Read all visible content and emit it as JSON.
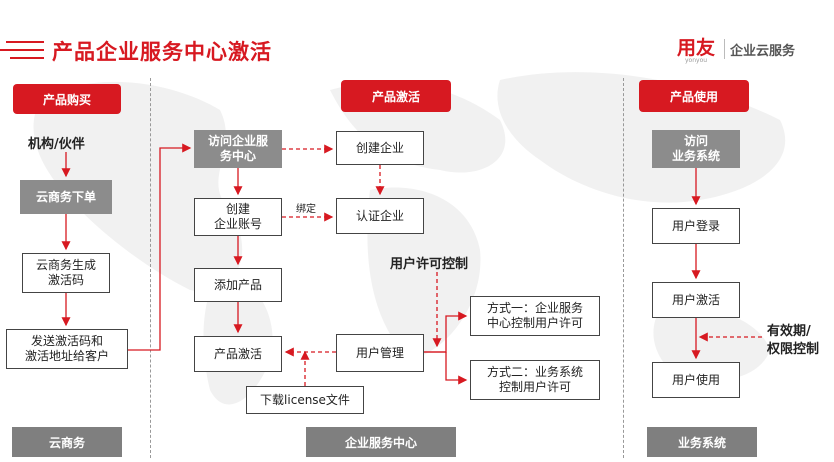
{
  "header": {
    "title": "产品企业服务中心激活",
    "logo_name": "用友",
    "logo_sub": "yonyou",
    "logo_brand": "企业云服务"
  },
  "sections": {
    "purchase": "产品购买",
    "activation": "产品激活",
    "usage": "产品使用"
  },
  "left_flow": {
    "partner": "机构/伙伴",
    "order": "云商务下单",
    "generate_code": "云商务生成\n激活码",
    "send_code": "发送激活码和\n激活地址给客户"
  },
  "middle_flow": {
    "visit_center": "访问企业服\n务中心",
    "create_enterprise": "创建企业",
    "create_account": "创建\n企业账号",
    "bind_label": "绑定",
    "certify": "认证企业",
    "add_product": "添加产品",
    "license_control": "用户许可控制",
    "activate_product": "产品激活",
    "user_management": "用户管理",
    "method_one": "方式一：企业服务\n中心控制用户许可",
    "method_two": "方式二：业务系统\n控制用户许可",
    "download_license": "下载license文件"
  },
  "right_flow": {
    "visit_system": "访问\n业务系统",
    "login": "用户登录",
    "activate_user": "用户激活",
    "use": "用户使用",
    "validity": "有效期/\n权限控制"
  },
  "footer": {
    "left": "云商务",
    "middle": "企业服务中心",
    "right": "业务系统"
  },
  "colors": {
    "accent": "#d71921",
    "grey_box": "#8c8c8c",
    "footer_bg": "#7f7f7f"
  }
}
